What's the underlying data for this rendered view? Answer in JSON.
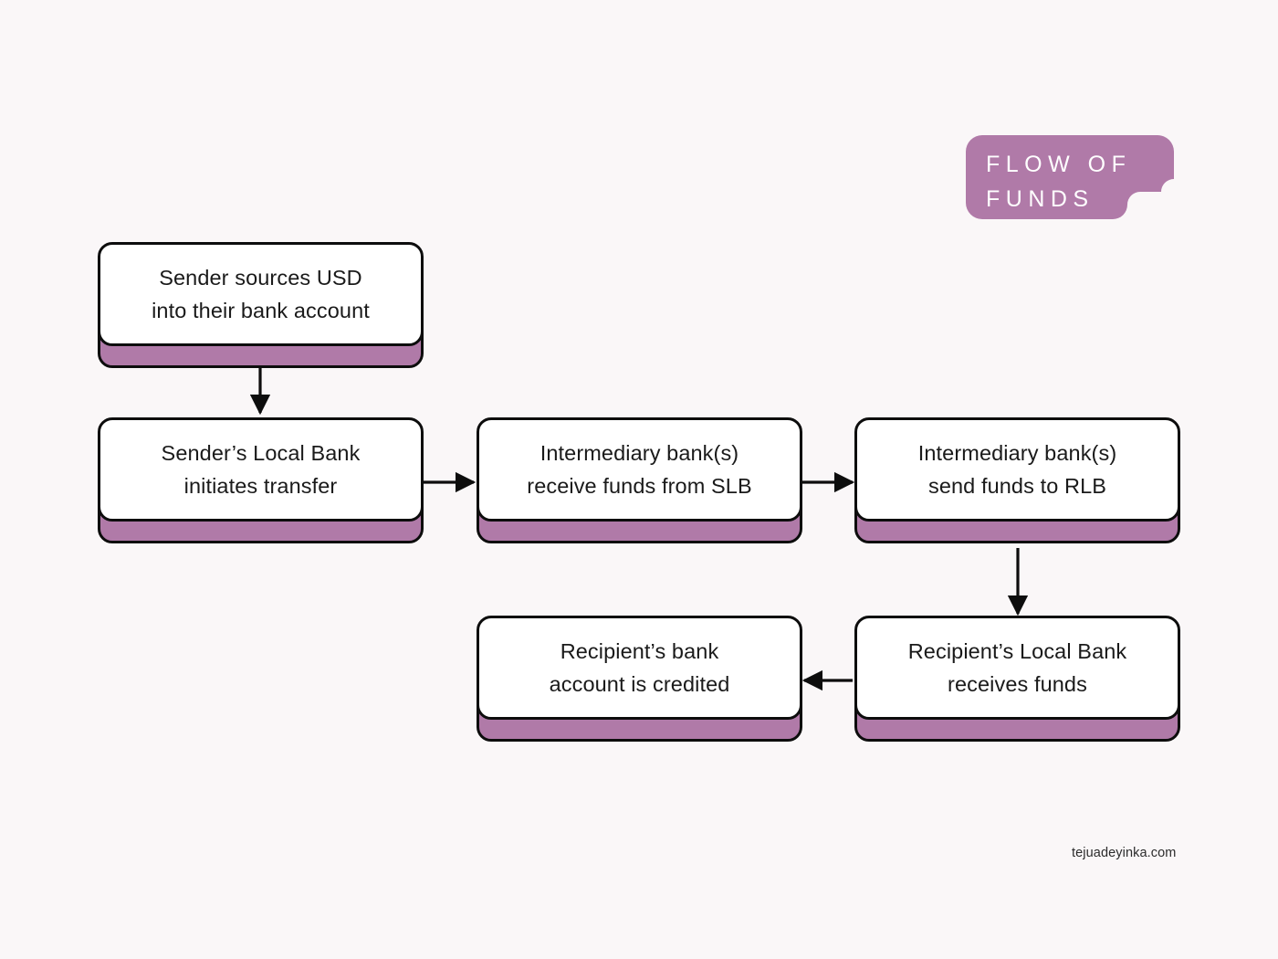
{
  "page": {
    "background_color": "#faf7f8",
    "watermark": "tejuadeyinka.com"
  },
  "badge": {
    "line1": "FLOW OF",
    "line2": "FUNDS",
    "text": "FLOW OF\nFUNDS",
    "fill_color": "#b07aa8",
    "text_color": "#ffffff"
  },
  "diagram": {
    "type": "flowchart",
    "node_fill": "#ffffff",
    "node_border": "#0d0d0d",
    "node_shadow_color": "#b07aa8",
    "nodes": [
      {
        "id": "n1",
        "text": "Sender sources USD\ninto their bank account",
        "line1": "Sender sources USD",
        "line2": "into their bank account"
      },
      {
        "id": "n2",
        "text": "Sender’s Local Bank\ninitiates transfer",
        "line1": "Sender’s Local Bank",
        "line2": "initiates transfer"
      },
      {
        "id": "n3",
        "text": "Intermediary bank(s)\nreceive funds from SLB",
        "line1": "Intermediary bank(s)",
        "line2": "receive funds from SLB"
      },
      {
        "id": "n4",
        "text": "Intermediary bank(s)\nsend funds to RLB",
        "line1": "Intermediary bank(s)",
        "line2": "send funds to RLB"
      },
      {
        "id": "n5",
        "text": "Recipient’s Local Bank\nreceives funds",
        "line1": "Recipient’s Local Bank",
        "line2": "receives funds"
      },
      {
        "id": "n6",
        "text": "Recipient’s bank\naccount is credited",
        "line1": "Recipient’s bank",
        "line2": "account is credited"
      }
    ],
    "edges": [
      {
        "from": "n1",
        "to": "n2",
        "direction": "down"
      },
      {
        "from": "n2",
        "to": "n3",
        "direction": "right"
      },
      {
        "from": "n3",
        "to": "n4",
        "direction": "right"
      },
      {
        "from": "n4",
        "to": "n5",
        "direction": "down"
      },
      {
        "from": "n5",
        "to": "n6",
        "direction": "left"
      }
    ]
  }
}
